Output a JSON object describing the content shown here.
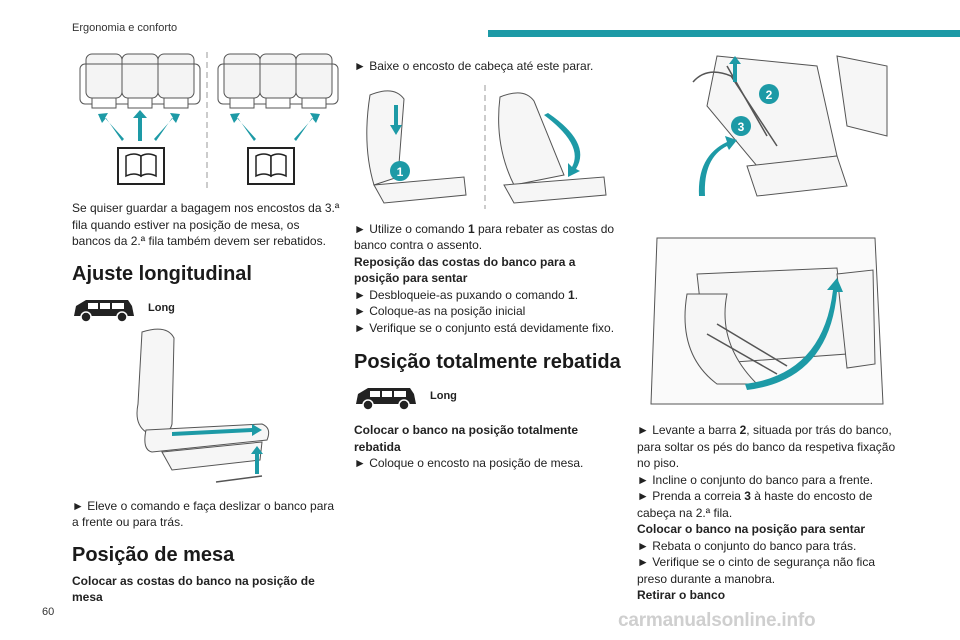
{
  "header": {
    "section": "Ergonomia e conforto"
  },
  "footer": {
    "page_number": "60",
    "watermark": "carmanualsonline.info"
  },
  "col1": {
    "intro": "Se quiser guardar a bagagem nos encostos da 3.ª fila quando estiver na posição de mesa, os bancos da 2.ª fila também devem ser rebatidos.",
    "heading_longitudinal": "Ajuste longitudinal",
    "van_label": "Long",
    "step_slide": "► Eleve o comando e faça deslizar o banco para a frente ou para trás.",
    "heading_mesa": "Posição de mesa",
    "subheading_mesa": "Colocar as costas do banco na posição de mesa"
  },
  "col2": {
    "step_headrest": "► Baixe o encosto de cabeça até este parar.",
    "step_control_a": "► Utilize o comando ",
    "step_control_num": "1",
    "step_control_b": " para rebater as costas do banco contra o assento.",
    "subheading_reset": "Reposição das costas do banco para a posição para sentar",
    "step_unlock_a": "► Desbloqueie-as puxando o comando ",
    "step_unlock_num": "1",
    "step_unlock_b": ".",
    "step_initial": "► Coloque-as na posição inicial",
    "step_check": "► Verifique se o conjunto está devidamente fixo.",
    "heading_rebatida": "Posição totalmente rebatida",
    "van_label": "Long",
    "subheading_rebatida": "Colocar o banco na posição totalmente rebatida",
    "step_mesa": "► Coloque o encosto na posição de mesa."
  },
  "col3": {
    "fig_num_2": "2",
    "fig_num_3": "3",
    "step_bar_a": "► Levante a barra ",
    "step_bar_num": "2",
    "step_bar_b": ", situada por trás do banco, para soltar os pés do banco da respetiva fixação no piso.",
    "step_incline": "► Incline o conjunto do banco para a frente.",
    "step_strap_a": "► Prenda a correia ",
    "step_strap_num": "3",
    "step_strap_b": " à haste do encosto de cabeça na 2.ª fila.",
    "subheading_sit": "Colocar o banco na posição para sentar",
    "step_fold_back": "► Rebata o conjunto do banco para trás.",
    "step_belt": "► Verifique se o cinto de segurança não fica preso durante a manobra.",
    "subheading_remove": "Retirar o banco"
  },
  "figures": {
    "fig2_num": "1"
  },
  "colors": {
    "accent": "#1d9aa6",
    "line": "#555555",
    "teal_arrow": "#1d9aa6"
  }
}
